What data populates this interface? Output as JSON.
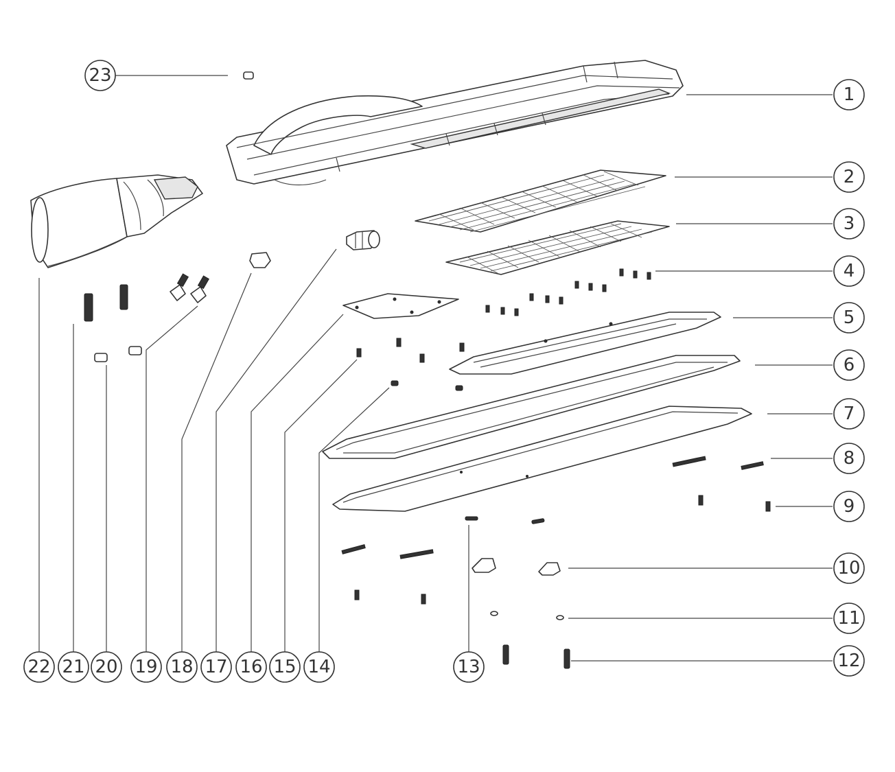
{
  "diagram": {
    "callouts": [
      "1",
      "2",
      "3",
      "4",
      "5",
      "6",
      "7",
      "8",
      "9",
      "10",
      "11",
      "12",
      "13",
      "14",
      "15",
      "16",
      "17",
      "18",
      "19",
      "20",
      "21",
      "22",
      "23"
    ]
  },
  "colors": {
    "line": "#333333",
    "background": "#ffffff"
  }
}
